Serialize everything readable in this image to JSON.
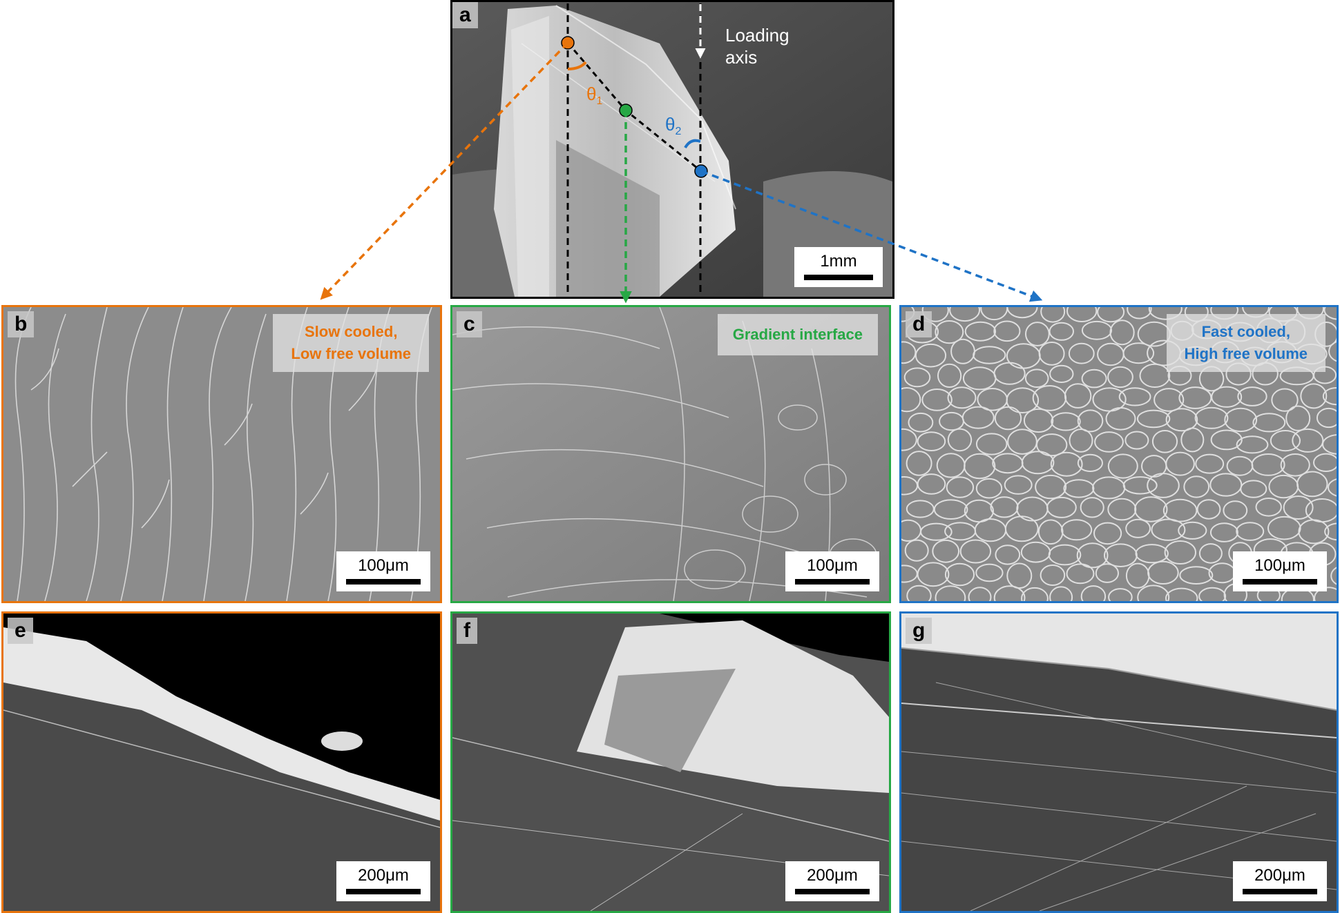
{
  "colors": {
    "slow": "#e8740c",
    "gradient": "#27a845",
    "fast": "#1f73c6"
  },
  "panels": {
    "a": {
      "label": "a",
      "scale": "1mm",
      "loading_axis": [
        "Loading",
        "axis"
      ],
      "theta1": "θ",
      "theta1_sub": "1",
      "theta2": "θ",
      "theta2_sub": "2"
    },
    "b": {
      "label": "b",
      "scale": "100μm",
      "caption": [
        "Slow cooled,",
        "Low free volume"
      ]
    },
    "c": {
      "label": "c",
      "scale": "100μm",
      "caption": [
        "Gradient interface"
      ]
    },
    "d": {
      "label": "d",
      "scale": "100μm",
      "caption": [
        "Fast cooled,",
        "High free volume"
      ]
    },
    "e": {
      "label": "e",
      "scale": "200μm"
    },
    "f": {
      "label": "f",
      "scale": "200μm"
    },
    "g": {
      "label": "g",
      "scale": "200μm"
    }
  }
}
